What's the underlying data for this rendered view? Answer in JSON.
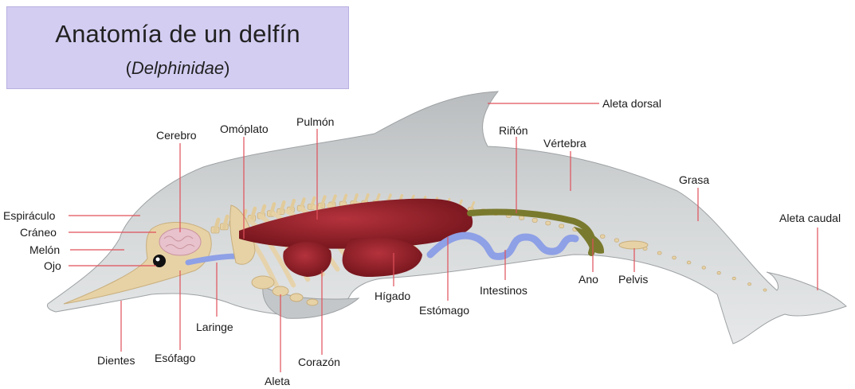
{
  "title": {
    "main": "Anatomía de un delfín",
    "sub_open": "(",
    "sub_italic": "Delphinidae",
    "sub_close": ")"
  },
  "labels": {
    "aleta_dorsal": "Aleta dorsal",
    "rinon": "Riñón",
    "vertebra": "Vértebra",
    "grasa": "Grasa",
    "aleta_caudal": "Aleta caudal",
    "cerebro": "Cerebro",
    "omoplato": "Omóplato",
    "pulmon": "Pulmón",
    "espiraculo": "Espiráculo",
    "craneo": "Cráneo",
    "melon": "Melón",
    "ojo": "Ojo",
    "higado": "Hígado",
    "intestinos": "Intestinos",
    "ano": "Ano",
    "pelvis": "Pelvis",
    "estomago": "Estómago",
    "laringe": "Laringe",
    "dientes": "Dientes",
    "esofago": "Esófago",
    "corazon": "Corazón",
    "aleta": "Aleta"
  },
  "colors": {
    "title_bg": "#d4cdf2",
    "leader_line": "#e0505a",
    "body": "#c9cccd",
    "bone": "#e7d2a6",
    "organ_red": "#8c1c24",
    "intestine_blue": "#8ea0e6",
    "kidney_green": "#7a7a2e"
  }
}
